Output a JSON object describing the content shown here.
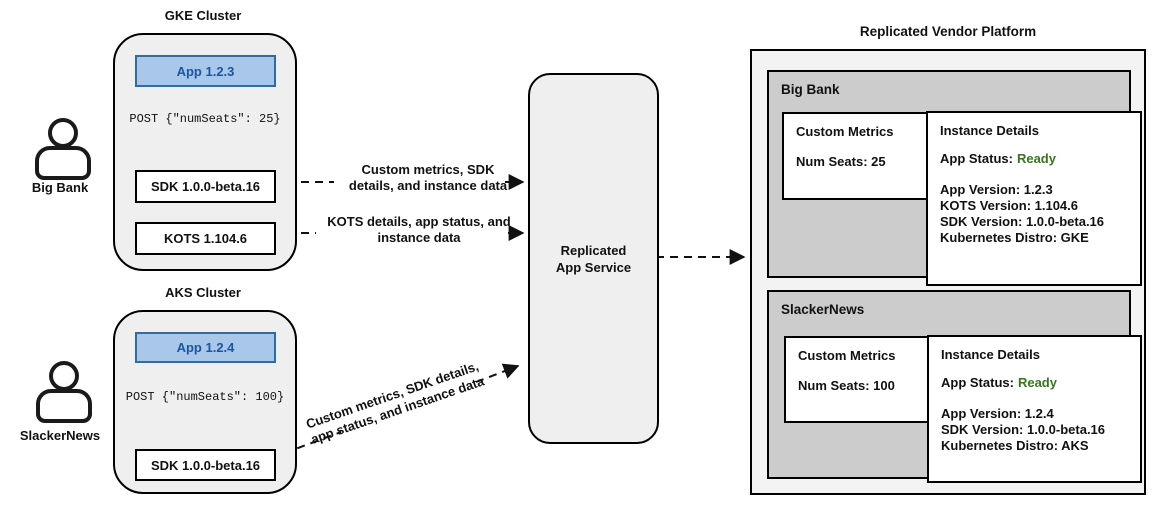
{
  "users": [
    {
      "label": "Big Bank",
      "icon": "person-icon"
    },
    {
      "label": "SlackerNews",
      "icon": "person-icon"
    }
  ],
  "clusters": [
    {
      "title": "GKE Cluster",
      "app": "App 1.2.3",
      "post": "POST {\"numSeats\": 25}",
      "sdk": "SDK 1.0.0-beta.16",
      "kots": "KOTS 1.104.6"
    },
    {
      "title": "AKS Cluster",
      "app": "App 1.2.4",
      "post": "POST {\"numSeats\": 100}",
      "sdk": "SDK 1.0.0-beta.16"
    }
  ],
  "service": {
    "label": "Replicated App Service"
  },
  "arrows": {
    "sdk_to_service": "Custom metrics, SDK details, and instance data",
    "kots_to_service": "KOTS details, app status, and instance data",
    "aks_sdk_to_service": "Custom metrics, SDK details, app status, and instance data"
  },
  "platform": {
    "title": "Replicated Vendor Platform",
    "tenants": [
      {
        "name": "Big Bank",
        "custom_metrics": {
          "title": "Custom Metrics",
          "value": "Num Seats: 25"
        },
        "instance_details": {
          "title": "Instance Details",
          "status_label": "App Status:",
          "status_value": "Ready",
          "lines": [
            "App Version: 1.2.3",
            "KOTS Version: 1.104.6",
            "SDK Version: 1.0.0-beta.16",
            "Kubernetes Distro: GKE"
          ]
        }
      },
      {
        "name": "SlackerNews",
        "custom_metrics": {
          "title": "Custom Metrics",
          "value": "Num Seats: 100"
        },
        "instance_details": {
          "title": "Instance Details",
          "status_label": "App Status:",
          "status_value": "Ready",
          "lines": [
            "App Version: 1.2.4",
            "SDK Version: 1.0.0-beta.16",
            "Kubernetes Distro: AKS"
          ]
        }
      }
    ]
  },
  "colors": {
    "app_fill": "#a9c7e9",
    "app_border": "#2e6da4",
    "app_text": "#1c55a0",
    "status_ready": "#38761d",
    "cluster_fill": "#efefef",
    "tenant_fill": "#cccccc",
    "platform_fill": "#f3f3f3"
  }
}
